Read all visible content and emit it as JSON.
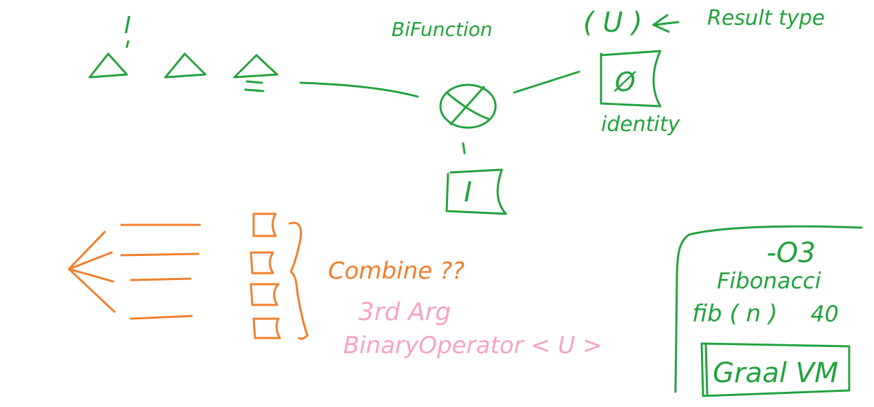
{
  "top_label_I": "I",
  "bifunction_label": "BiFunction",
  "result_type_U": "( U )",
  "result_type_label": "Result type",
  "combiner_symbol": "⊗",
  "identity_symbol": "Ø",
  "identity_label": "identity",
  "connector_mark": "1",
  "input_I_box": "I",
  "combine_label": "Combine ??",
  "third_arg_label": "3rd Arg",
  "binary_operator_label": "BinaryOperator < U >",
  "o3_label": "-O3",
  "fibonacci_label": "Fibonacci",
  "fib_n_label": "fib ( n )",
  "fib_arg_label": "40",
  "graal_vm_label": "Graal VM",
  "colors": {
    "green": "#22a23c",
    "orange": "#f07f2b",
    "pink": "#f5a3c8"
  }
}
